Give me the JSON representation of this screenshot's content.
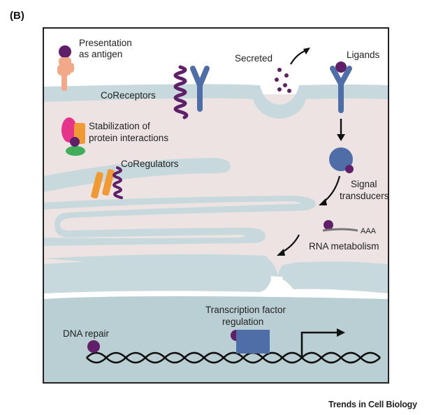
{
  "panel_label": "(B)",
  "labels": {
    "presentation_line1": "Presentation",
    "presentation_line2": "as antigen",
    "secreted": "Secreted",
    "ligands": "Ligands",
    "coreceptors": "CoReceptors",
    "stabilization_line1": "Stabilization of",
    "stabilization_line2": "protein interactions",
    "coregulators": "CoRegulators",
    "signal_line1": "Signal",
    "signal_line2": "transducers",
    "aaa": "AAA",
    "rna_metabolism": "RNA metabolism",
    "dna_repair": "DNA repair",
    "tf_line1": "Transcription factor",
    "tf_line2": "regulation"
  },
  "journal": "Trends in Cell Biology",
  "colors": {
    "membrane": "#c8d9dd",
    "cytoplasm": "#ede3e3",
    "nucleus": "#b9cfd3",
    "purple": "#5f2069",
    "receptor_blue": "#4f6ea8",
    "orange": "#f09a36",
    "pink": "#e6348b",
    "green": "#3fae5b",
    "salmon": "#f2a988"
  }
}
